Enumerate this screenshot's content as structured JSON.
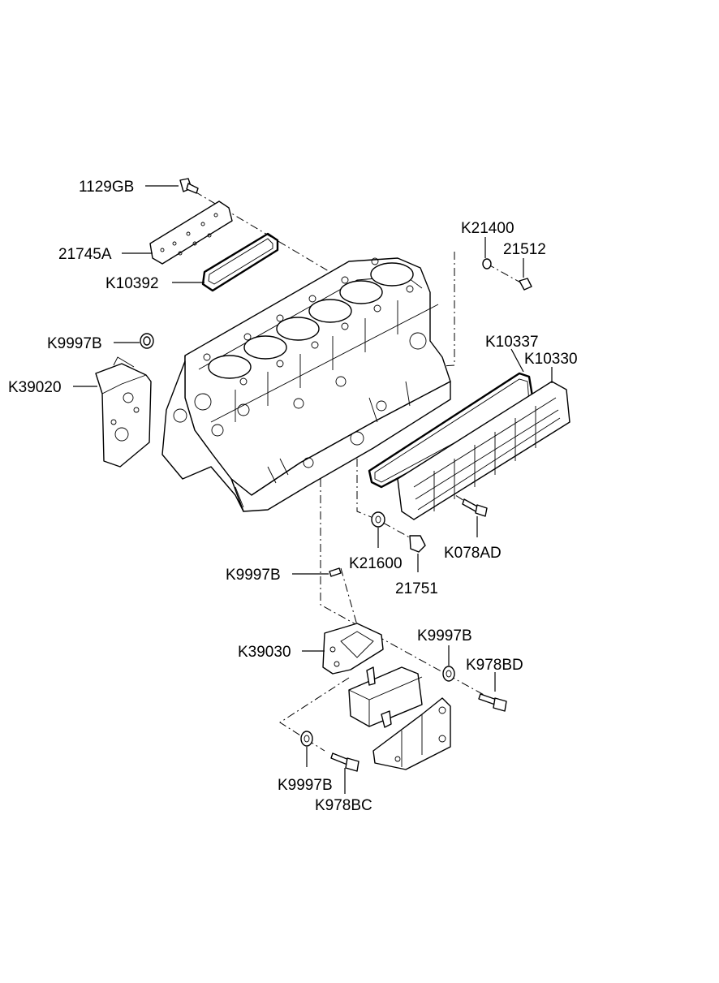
{
  "labels": {
    "p_1129GB": "1129GB",
    "p_21745A": "21745A",
    "p_K10392": "K10392",
    "p_K9997B_top": "K9997B",
    "p_K39020": "K39020",
    "p_K21400": "K21400",
    "p_21512": "21512",
    "p_K10337": "K10337",
    "p_K10330": "K10330",
    "p_K078AD": "K078AD",
    "p_K21600": "K21600",
    "p_21751": "21751",
    "p_K9997B_mid": "K9997B",
    "p_K39030": "K39030",
    "p_K9997B_right": "K9997B",
    "p_K978BD": "K978BD",
    "p_K9997B_bottom": "K9997B",
    "p_K978BC": "K978BC"
  }
}
